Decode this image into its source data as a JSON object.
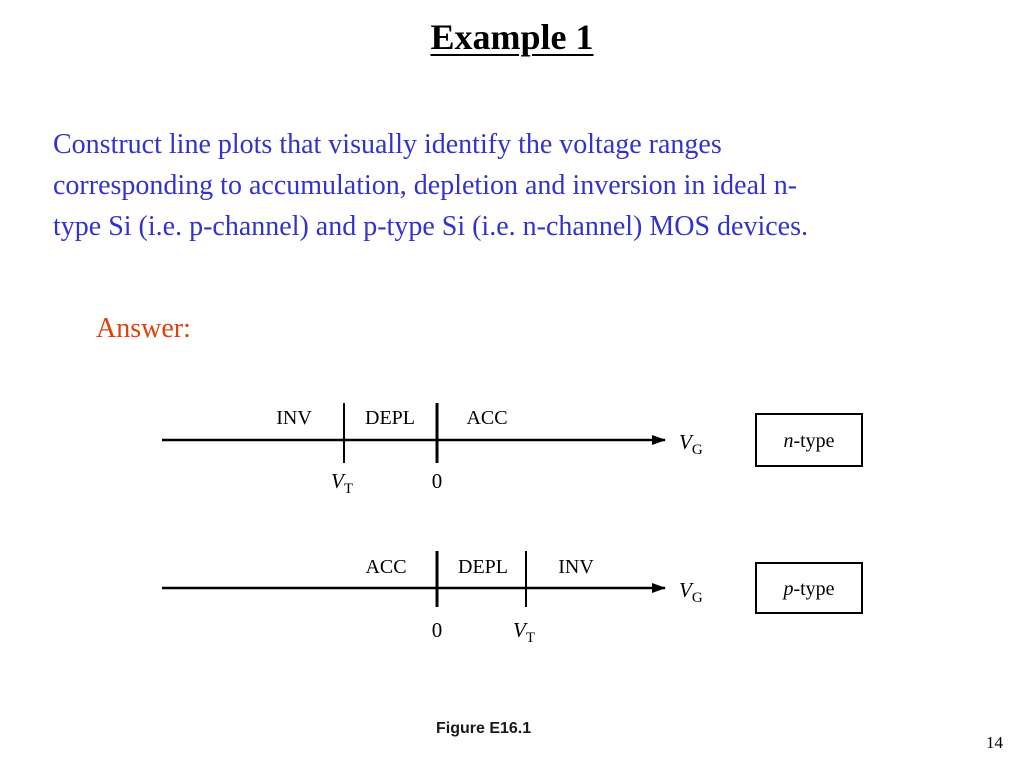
{
  "slide": {
    "title": "Example 1",
    "prompt_lines": [
      "Construct line plots that visually identify the voltage ranges",
      "corresponding to accumulation, depletion and inversion in ideal n-",
      "type Si (i.e. p-channel) and p-type Si (i.e. n-channel) MOS devices."
    ],
    "answer_label": "Answer:",
    "figure_caption": "Figure E16.1",
    "page_number": "14",
    "colors": {
      "prompt": "#3333cc",
      "answer": "#e0400a"
    }
  },
  "diagram": {
    "axis_symbol": "V",
    "axis_subscript": "G",
    "threshold_symbol": "V",
    "threshold_subscript": "T",
    "zero_label": "0",
    "ntype": {
      "regions": [
        "INV",
        "DEPL",
        "ACC"
      ],
      "box_italic": "n",
      "box_rest": "-type"
    },
    "ptype": {
      "regions": [
        "ACC",
        "DEPL",
        "INV"
      ],
      "box_italic": "p",
      "box_rest": "-type"
    }
  }
}
